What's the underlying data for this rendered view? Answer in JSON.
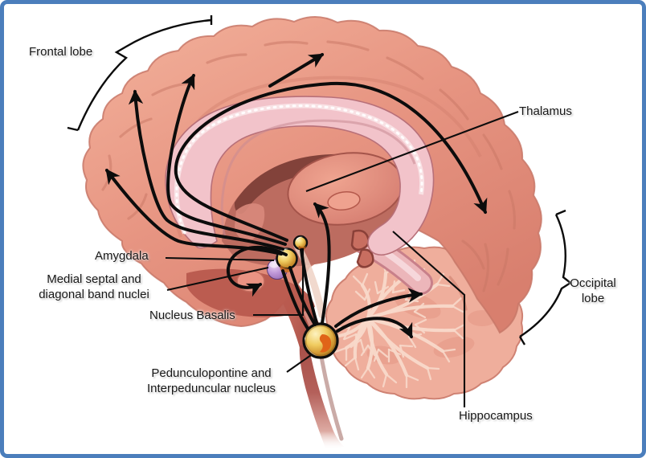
{
  "diagram": {
    "kind": "sagittal-brain-cholinergic-pathways",
    "labels": {
      "frontal_lobe": "Frontal lobe",
      "thalamus": "Thalamus",
      "amygdala": "Amygdala",
      "medial_septal": "Medial septal and\ndiagonal band nuclei",
      "nucleus_basalis": "Nucleus Basalis",
      "pedunculopontine": "Pedunculopontine and\nInterpeduncular nucleus",
      "occipital_lobe": "Occipital\nlobe",
      "hippocampus": "Hippocampus"
    },
    "colors": {
      "frame_border": "#4b7ebc",
      "background": "#ffffff",
      "pathway": "#0c0c0c",
      "cortex": "#e89480",
      "cortex_highlight": "#f4bda9",
      "cortex_shadow": "#c97a6a",
      "corpus_callosum": "#f2c3ca",
      "inner_core": "#bc6c60",
      "fornix_dark": "#82423a",
      "thalamus_fill": "#e08a7a",
      "cerebellum": "#efae9c",
      "cerebellum_branch": "#f8d9ca",
      "brainstem": "#c2625a",
      "nuclei_gold": "#e3b04b",
      "nuclei_orange": "#e06418",
      "nuclei_purple": "#b48cc9"
    }
  }
}
